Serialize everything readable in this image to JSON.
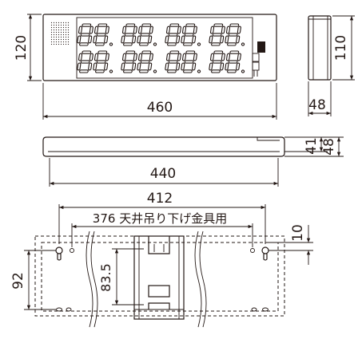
{
  "dimensions": {
    "front_width": "460",
    "front_height": "120",
    "side_height": "110",
    "side_depth": "48",
    "top_width": "440",
    "top_depth_inner": "41",
    "top_depth_outer": "48",
    "mount_width": "412",
    "mount_height": "92",
    "bracket_height": "83.5",
    "mount_offset": "10"
  },
  "labels": {
    "ceiling_pitch_label": "376 天井吊り下げ金具用"
  },
  "display": {
    "rows": 2,
    "groups_per_row": 4,
    "digits_per_group": 2,
    "digit_text": "8"
  }
}
